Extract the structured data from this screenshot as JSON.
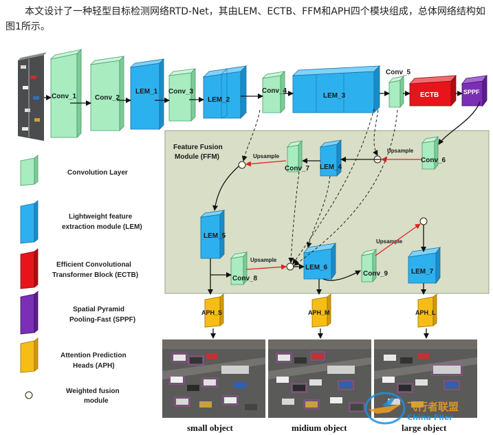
{
  "intro_text": "本文设计了一种轻型目标检测网络RTD-Net，其由LEM、ECTB、FFM和APH四个模块组成，总体网络结构如图1所示。",
  "ffm_title_line1": "Feature Fusion",
  "ffm_title_line2": "Module (FFM)",
  "blocks": {
    "conv1": "Conv_1",
    "conv2": "Conv_2",
    "lem1": "LEM_1",
    "conv3": "Conv_3",
    "lem2": "LEM_2",
    "conv4": "Conv_4",
    "lem3": "LEM_3",
    "conv5": "Conv_5",
    "ectb": "ECTB",
    "sppf": "SPPF",
    "conv6": "Conv_6",
    "lem4": "LEM_4",
    "conv7": "Conv_7",
    "lem5": "LEM_5",
    "conv8": "Conv_8",
    "lem6": "LEM_6",
    "conv9": "Conv_9",
    "lem7": "LEM_7",
    "aph_s": "APH_S",
    "aph_m": "APH_M",
    "aph_l": "APH_L"
  },
  "upsample_label": "Upsample",
  "legend": {
    "conv": "Convolution Layer",
    "lem_1": "Lightweight feature",
    "lem_2": "extraction module (LEM)",
    "ectb_1": "Efficient Convolutional",
    "ectb_2": "Transformer Block (ECTB)",
    "sppf_1": "Spatial Pyramid",
    "sppf_2": "Pooling-Fast (SPPF)",
    "aph_1": "Attention Prediction",
    "aph_2": "Heads (APH)",
    "wf_1": "Weighted fusion",
    "wf_2": "module"
  },
  "captions": {
    "small": "small object",
    "medium": "midium object",
    "large": "large object"
  },
  "watermark": {
    "cn": "飞行者联盟",
    "en": "China Flier"
  },
  "colors": {
    "conv": "#a8ecc0",
    "lem": "#2db0ee",
    "ectb": "#e8141c",
    "sppf": "#7b2fb4",
    "aph": "#f6bd16",
    "ffm_bg": "#d9dec6",
    "upsample_arrow": "#e02020"
  }
}
